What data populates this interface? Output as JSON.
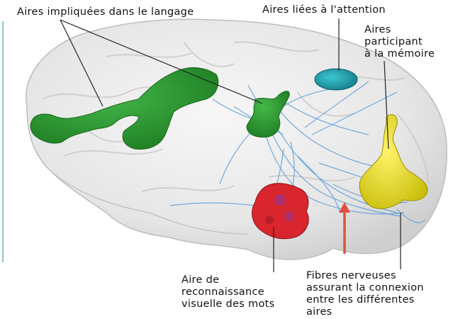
{
  "labels": {
    "langage": "Aires impliquées dans le langage",
    "attention": "Aires liées à l'attention",
    "memoire": [
      "Aires",
      "participant",
      "à la mémoire"
    ],
    "visuelle": [
      "Aire de",
      "reconnaissance",
      "visuelle des mots"
    ],
    "fibres": [
      "Fibres nerveuses",
      "assurant la connexion",
      "entre les différentes",
      "aires"
    ]
  },
  "colors": {
    "langage_area": "#2a9a2e",
    "attention_area": "#1b9aa6",
    "memoire_area": "#e3dc1a",
    "visuelle_area": "#d9262e",
    "fibres": "#4a90d9",
    "arrow": "#e05040",
    "brain": "#e8e8e8"
  }
}
